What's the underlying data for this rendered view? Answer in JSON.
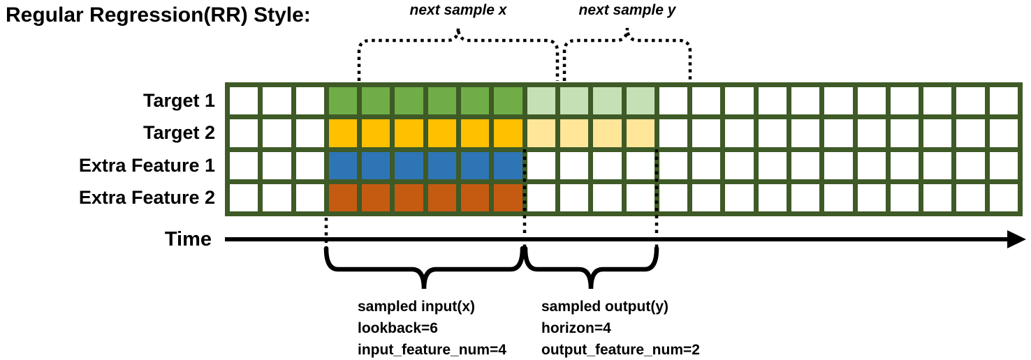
{
  "title": "Regular Regression(RR) Style:",
  "top_labels": {
    "next_x": "next sample x",
    "next_y": "next sample y"
  },
  "time_label": "Time",
  "grid": {
    "total_cols": 24,
    "lead_empty_cols": 3,
    "lookback": 6,
    "horizon": 4,
    "border_color": "#3e5a26",
    "empty_color": "#ffffff"
  },
  "rows": [
    {
      "label": "Target 1",
      "input_color": "#70ad47",
      "output_color": "#c5e0b4"
    },
    {
      "label": "Target 2",
      "input_color": "#ffc000",
      "output_color": "#ffe699"
    },
    {
      "label": "Extra Feature 1",
      "input_color": "#2e75b6",
      "output_color": null
    },
    {
      "label": "Extra Feature 2",
      "input_color": "#c55a11",
      "output_color": null
    }
  ],
  "annotations": {
    "input": [
      "sampled input(x)",
      "lookback=6",
      "input_feature_num=4"
    ],
    "output": [
      "sampled output(y)",
      "horizon=4",
      "output_feature_num=2"
    ]
  },
  "line_color": "#000000"
}
